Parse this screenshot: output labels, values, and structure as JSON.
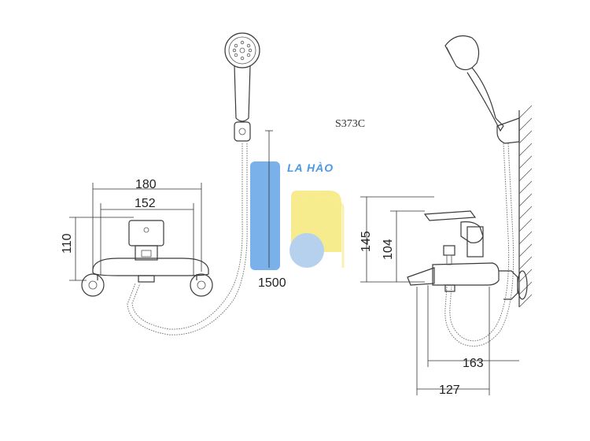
{
  "model_code": "S373C",
  "watermark": {
    "brand": "LA HÀO",
    "colors": {
      "blue": "#2f86e0",
      "yellow": "#f3e35a",
      "light_blue": "#a9c9ec"
    }
  },
  "front_view": {
    "dimensions": {
      "overall_width": "180",
      "inlet_spacing": "152",
      "height": "110",
      "hose_length": "1500"
    }
  },
  "side_view": {
    "dimensions": {
      "total_height": "145",
      "spout_height": "104",
      "projection_to_wall": "163",
      "spout_depth": "127"
    }
  }
}
